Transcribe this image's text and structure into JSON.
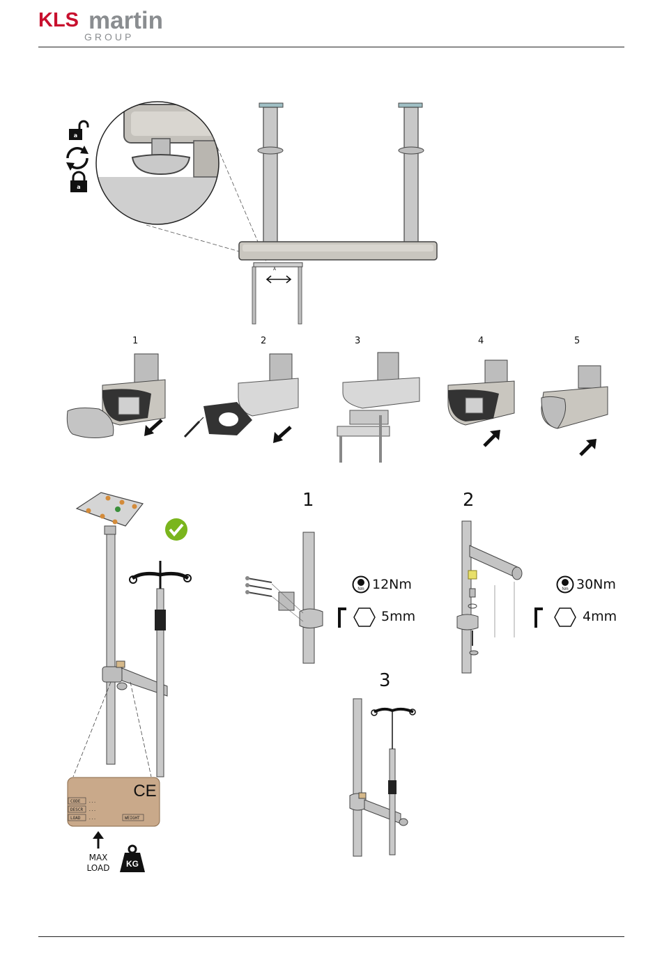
{
  "header": {
    "brand_word_1": "KLS",
    "brand_word_2": "martin",
    "brand_sub": "GROUP",
    "brand_red": "#c8102e",
    "brand_grey": "#8a8d90"
  },
  "section_lock": {
    "icons": [
      "padlock-open-icon",
      "rotate-arrows-icon",
      "padlock-closed-icon"
    ],
    "slide_arrow": "double-arrow-icon"
  },
  "section_cover": {
    "steps": [
      "1",
      "2",
      "3",
      "4",
      "5"
    ],
    "arrows": [
      "arrow-down-left-icon",
      "arrow-down-left-icon",
      "",
      "arrow-up-right-icon",
      "arrow-up-right-icon"
    ]
  },
  "section_pole": {
    "steps": [
      "1",
      "2",
      "3"
    ],
    "step1": {
      "torque": "12Nm",
      "hex": "5mm"
    },
    "step2": {
      "torque": "30Nm",
      "hex": "4mm"
    },
    "torque_badge": "Nm",
    "plate": {
      "mark": "CE",
      "fields": [
        "CODE",
        "DESCR",
        "LOAD",
        "WEIGHT"
      ],
      "dots": "..."
    },
    "max_load_line1": "MAX",
    "max_load_line2": "LOAD",
    "weight_badge": "KG",
    "ok_color": "#7ab51d"
  }
}
